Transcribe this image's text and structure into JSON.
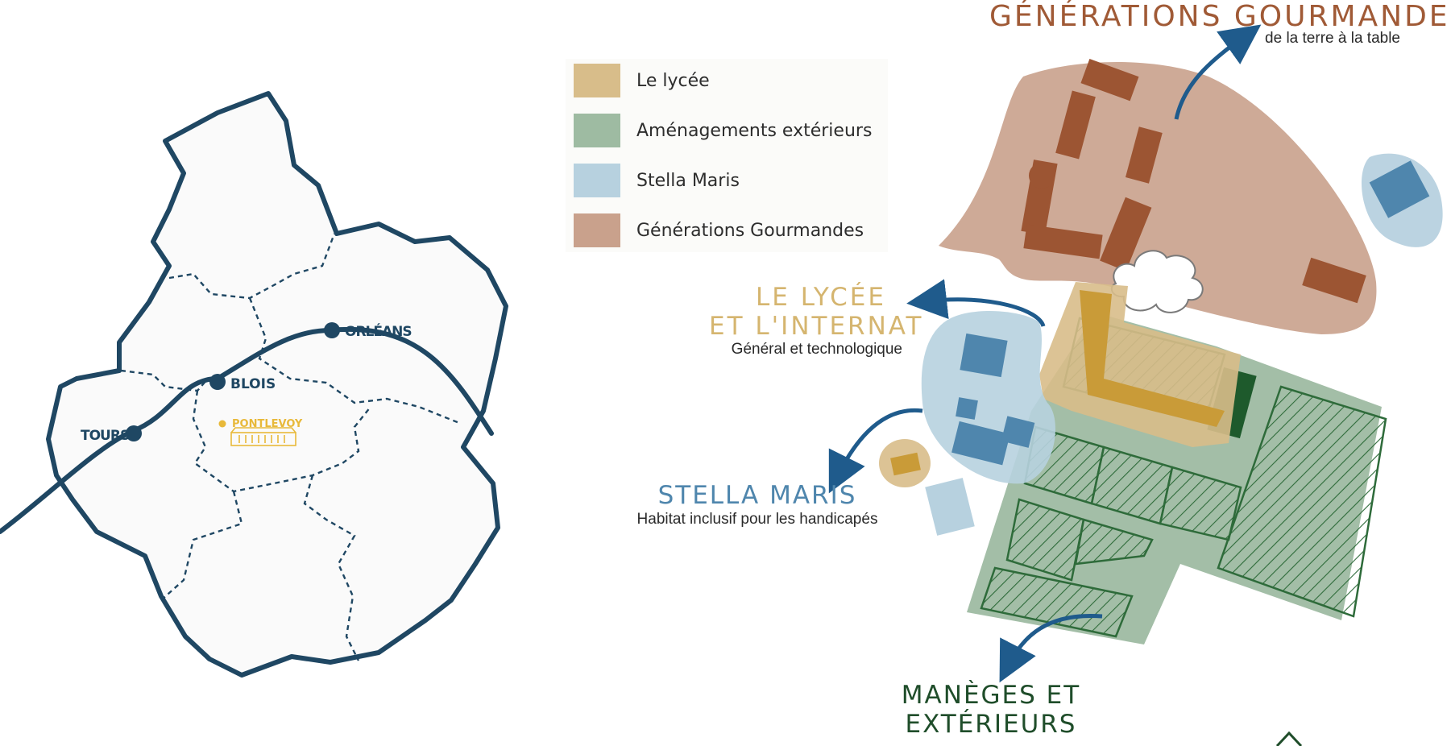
{
  "colors": {
    "navy": "#1f4763",
    "arrow_blue": "#1f5b8c",
    "lycee": "#d8bd8a",
    "lycee_dark": "#c99b38",
    "amenagements": "#9ebba2",
    "amenagements_dark": "#2e6b3a",
    "stella": "#b7d1df",
    "stella_dark": "#4f86ad",
    "gourmandes": "#c9a18c",
    "gourmandes_dark": "#9c5533",
    "pontlevoy": "#e8b93a"
  },
  "map": {
    "cities": [
      {
        "name": "ORLÉANS"
      },
      {
        "name": "BLOIS"
      },
      {
        "name": "TOURS"
      },
      {
        "name": "PONTLEVOY"
      }
    ]
  },
  "legend": {
    "items": [
      {
        "label": "Le lycée",
        "color": "#d8bd8a"
      },
      {
        "label": "Aménagements extérieurs",
        "color": "#9ebba2"
      },
      {
        "label": "Stella Maris",
        "color": "#b7d1df"
      },
      {
        "label": "Générations Gourmandes",
        "color": "#c9a18c"
      }
    ]
  },
  "labels": {
    "gourmandes": {
      "title": "GÉNÉRATIONS GOURMANDES",
      "subtitle": "de la terre à la table",
      "color": "#a05a36"
    },
    "lycee": {
      "title_line1": "LE LYCÉE",
      "title_line2": "ET L'INTERNAT",
      "subtitle": "Général et technologique",
      "color": "#d5b56f"
    },
    "stella": {
      "title": "STELLA MARIS",
      "subtitle": "Habitat inclusif pour les handicapés",
      "color": "#4f86ad"
    },
    "maneges": {
      "title_line1": "MANÈGES ET",
      "title_line2": "EXTÉRIEURS",
      "color": "#1f4d2a"
    }
  }
}
